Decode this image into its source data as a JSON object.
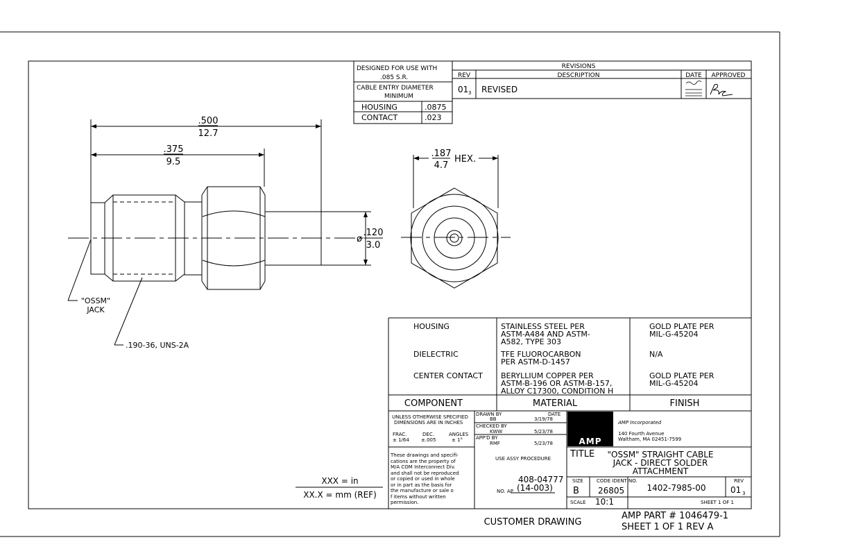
{
  "design_box": {
    "line1": "DESIGNED FOR USE WITH",
    "line2": ".085 S.R.",
    "line3": "CABLE ENTRY DIAMETER",
    "line4": "MINIMUM",
    "rows": [
      {
        "label": "HOUSING",
        "value": ".0875"
      },
      {
        "label": "CONTACT",
        "value": ".023"
      }
    ]
  },
  "revisions": {
    "title": "REVISIONS",
    "headers": {
      "rev": "REV",
      "description": "DESCRIPTION",
      "date": "DATE",
      "approved": "APPROVED"
    },
    "row": {
      "rev": "01",
      "rev_sub": "3",
      "description": "REVISED"
    }
  },
  "dimensions": {
    "overall_in": ".500",
    "overall_mm": "12.7",
    "body_in": ".375",
    "body_mm": "9.5",
    "hex_in": ".187",
    "hex_mm": "4.7",
    "hex_label": "HEX.",
    "dia_symbol": "ø",
    "dia_in": ".120",
    "dia_mm": "3.0"
  },
  "callouts": {
    "jack_line1": "\"OSSM\"",
    "jack_line2": "JACK",
    "thread": ".190-36, UNS-2A"
  },
  "materials": {
    "rows": [
      {
        "component": "HOUSING",
        "material": [
          "STAINLESS STEEL PER",
          "ASTM-A484 AND ASTM-",
          "A582, TYPE 303"
        ],
        "finish": [
          "GOLD PLATE PER",
          "MIL-G-45204"
        ]
      },
      {
        "component": "DIELECTRIC",
        "material": [
          "TFE FLUOROCARBON",
          "PER ASTM-D-1457"
        ],
        "finish": [
          "N/A"
        ]
      },
      {
        "component": "CENTER CONTACT",
        "material": [
          "BERYLLIUM COPPER PER",
          "ASTM-B-196 OR ASTM-B-157,",
          "ALLOY C17300, CONDITION H"
        ],
        "finish": [
          "GOLD PLATE PER",
          "MIL-G-45204"
        ]
      }
    ],
    "headers": {
      "component": "COMPONENT",
      "material": "MATERIAL",
      "finish": "FINISH"
    }
  },
  "title_block": {
    "tol_line1": "UNLESS OTHERWISE SPECIFIED",
    "tol_line2": "DIMENSIONS ARE IN INCHES",
    "frac_label": "FRAC.",
    "frac_value": "± 1/64",
    "dec_label": "DEC.",
    "dec_value": "±.005",
    "angles_label": "ANGLES",
    "angles_value": "± 1°",
    "notice": [
      "These drawings and specifi-",
      "cations are the property of",
      "M/A COM Interconnect Div.",
      "and shall not be reproduced",
      "or copied or used in whole",
      "or in part as the basis for",
      "the manufacture or sale o",
      "f items without written",
      "permission."
    ],
    "drawn_by_label": "DRAWN BY",
    "drawn_by": "BB",
    "date_label": "DATE",
    "drawn_date": "3/19/78",
    "checked_by_label": "CHECKED BY",
    "checked_by": "KWW",
    "checked_date": "5/23/78",
    "approved_by_label": "APP'D BY",
    "approved_by": "RMF",
    "approved_date": "5/23/78",
    "logo": "AMP",
    "company": "AMP Incorporated",
    "address1": "140 Fourth Avenue",
    "address2": "Waltham, MA 02451-7599",
    "title_label": "TITLE",
    "title_lines": [
      "\"OSSM\" STRAIGHT CABLE",
      "JACK - DIRECT SOLDER",
      "ATTACHMENT"
    ],
    "use_assy": "USE ASSY PROCEDURE",
    "assy_number": "408-04777",
    "no_ap_label": "NO. AP",
    "no_ap": "(14-003)",
    "size_label": "SIZE",
    "size": "B",
    "cage_label": "CODE IDENT NO.",
    "cage": "26805",
    "drawing_number": "1402-7985-00",
    "rev_label": "REV",
    "rev": "01",
    "rev_sub": "3",
    "scale_label": "SCALE",
    "scale": "10:1",
    "sheet": "SHEET 1 OF 1"
  },
  "units_note": {
    "line1": "XXX = in",
    "line2": "XX.X = mm (REF)"
  },
  "footer": {
    "customer": "CUSTOMER DRAWING",
    "part": "AMP PART # 1046479-1",
    "sheet": "SHEET 1 OF 1  REV A"
  }
}
